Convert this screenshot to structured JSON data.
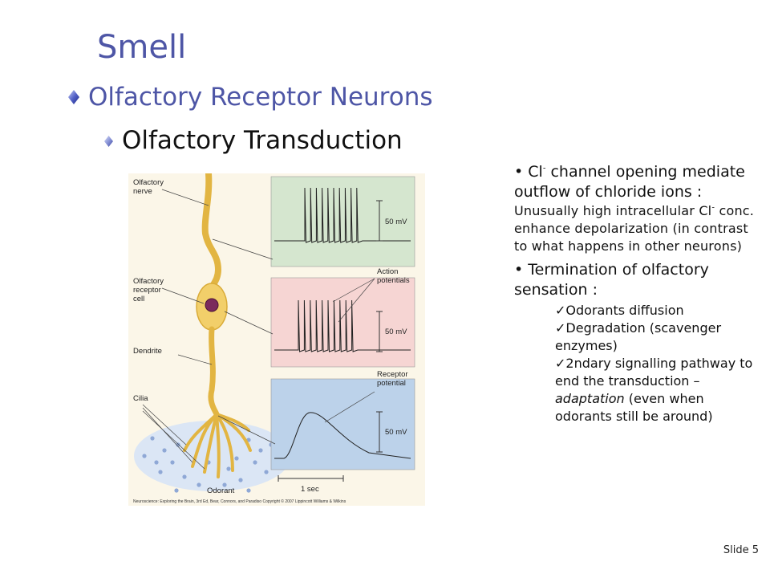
{
  "slide": {
    "title": "Smell",
    "level1": "Olfactory Receptor Neurons",
    "level2": "Olfactory Transduction",
    "slide_number": "Slide 5"
  },
  "figure": {
    "labels": {
      "nerve": [
        "Olfactory",
        "nerve"
      ],
      "receptor_cell": [
        "Olfactory",
        "receptor",
        "cell"
      ],
      "dendrite": "Dendrite",
      "cilia": "Cilia",
      "odorant": "Odorant",
      "action_potentials": [
        "Action",
        "potentials"
      ],
      "receptor_potential": [
        "Receptor",
        "potential"
      ],
      "scale_top": "50 mV",
      "scale_mid": "50 mV",
      "scale_bot": "50 mV",
      "time_scale": "1 sec",
      "credit": "Neuroscience: Exploring the Brain, 3rd Ed, Bear, Connors, and Paradiso Copyright © 2007 Lippincott Williams & Wilkins"
    },
    "colors": {
      "panel_top": "#d5e6cf",
      "panel_mid": "#f6d5d3",
      "panel_bot": "#bcd2ea",
      "neuron": "#f2cf6a",
      "nucleus": "#7b2a5c",
      "odorant_dots": "#8fa8d6"
    }
  },
  "notes": {
    "item1_bullet": "•",
    "item1_pre": "Cl",
    "item1_sup": "-",
    "item1_rest": "channel opening mediate outflow of chloride ions :",
    "sub_pre": "Unusually high intracellular Cl",
    "sub_sup": "-",
    "sub_rest": "conc. enhance depolarization (in contrast to what happens in other neurons)",
    "item2_bullet": "•",
    "item2": "Termination of olfactory sensation :",
    "check": "✓",
    "list": {
      "a": "Odorants diffusion",
      "b": "Degradation (scavenger enzymes)",
      "c_pre": "2ndary signalling pathway to end the transduction – ",
      "c_em": "adaptation",
      "c_post": " (even when odorants still be around)"
    }
  }
}
